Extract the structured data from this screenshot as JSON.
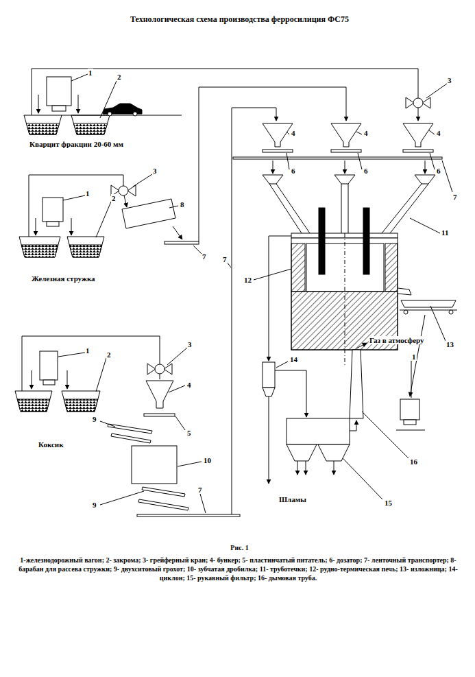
{
  "diagram": {
    "title": "Технологическая схема производства ферросилиция ФС75",
    "caption": "Рис. 1",
    "labels": [
      "1",
      "2",
      "3",
      "4",
      "4",
      "4",
      "Кварцит фракции 20-60 мм",
      "6",
      "6",
      "6",
      "7",
      "3",
      "1",
      "2",
      "8",
      "11",
      "7",
      "7",
      "12",
      "Железная стружка",
      "Газ в атмосферу",
      "13",
      "3",
      "1",
      "2",
      "14",
      "1",
      "4",
      "9",
      "5",
      "10",
      "16",
      "Коксик",
      "15",
      "Шламы",
      "9",
      "7",
      "1-железнодорожный вагон; 2- закрома; 3- грейферный кран; 4- бункер; 5- пластинчатый питатель; 6- дозатор; 7- ленточный транспортер; 8- барабан для рассева стружки; 9- двухситовый грохот; 10- зубчатая дробилка; 11- труботечки; 12- рудно-термическая печь; 13- изложница; 14- циклон; 15- рукавный фильтр; 16- дымовая труба."
    ]
  }
}
